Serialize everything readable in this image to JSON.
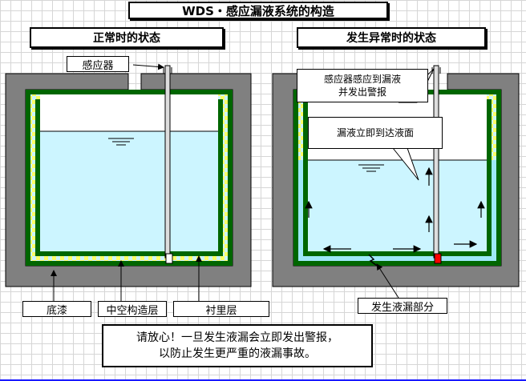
{
  "title": "WDS・感应漏液系统的构造",
  "left_panel": {
    "heading": "正常时的状态",
    "sensor_label": "感应器",
    "labels": {
      "base_paint": "底漆",
      "hollow_layer": "中空构造层",
      "liner_layer": "衬里层"
    }
  },
  "right_panel": {
    "heading": "发生异常时的状态",
    "callout_sensor_line1": "感应器感应到漏液",
    "callout_sensor_line2": "并发出警报",
    "callout_surface": "漏液立即到达液面",
    "leak_label": "发生液漏部分"
  },
  "note": {
    "line1": "请放心！一旦发生液漏会立即发出警报，",
    "line2": "以防止发生更严重的液漏事故。"
  },
  "colors": {
    "concrete": "#808080",
    "liner_green": "#006600",
    "hollow_yellow": "#ffff66",
    "liquid": "#ccf5ff",
    "leak_liquid": "#9ee8f8",
    "sensor_tip_normal": "#ffffff",
    "sensor_tip_alarm": "#ff0000",
    "accent_line": "#1a1aff"
  }
}
